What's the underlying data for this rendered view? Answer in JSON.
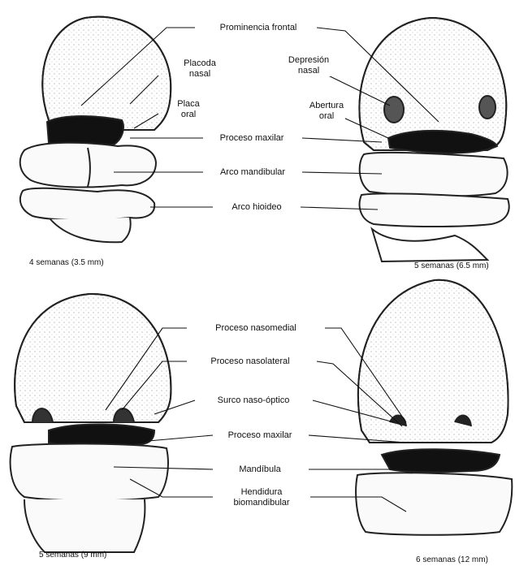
{
  "figure": {
    "labels": {
      "prominencia_frontal": "Prominencia frontal",
      "placoda_nasal": "Placoda\nnasal",
      "placa_oral": "Placa\noral",
      "proceso_maxilar_top": "Proceso maxilar",
      "arco_mandibular": "Arco mandibular",
      "arco_hioideo": "Arco hioideo",
      "depresion_nasal": "Depresión\nnasal",
      "abertura_oral": "Abertura\noral",
      "proceso_nasomedial": "Proceso nasomedial",
      "proceso_nasolateral": "Proceso nasolateral",
      "surco_naso_optico": "Surco naso-óptico",
      "proceso_maxilar_bottom": "Proceso maxilar",
      "mandibula": "Mandíbula",
      "hendidura": "Hendidura\nbiomandibular"
    },
    "captions": {
      "stage1": "4 semanas (3.5 mm)",
      "stage2": "5 semanas (6.5 mm)",
      "stage3": "5 semanas (9 mm)",
      "stage4": "6 semanas (12 mm)"
    }
  }
}
